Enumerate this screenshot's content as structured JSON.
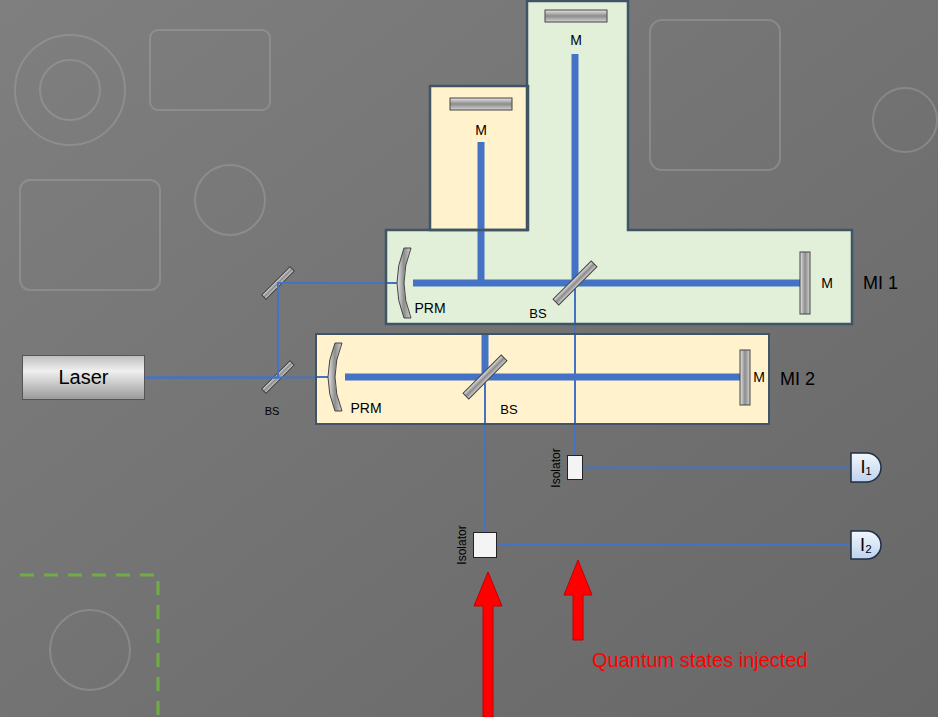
{
  "diagram": {
    "nodes": [
      {
        "text": [
          "MI 1"
        ]
      },
      {
        "text": [
          "Laser"
        ]
      },
      {
        "text": [
          "MI 2"
        ]
      },
      {
        "text": [
          "Isolator"
        ]
      },
      {
        "text": [
          "I₁"
        ]
      },
      {
        "text": [
          "Isolator"
        ]
      },
      {
        "text": [
          "I₂"
        ]
      }
    ],
    "edges": [
      {
        "from": 1,
        "to": 2,
        "arrow": "none"
      },
      {
        "from": 1,
        "to": 0,
        "arrow": "none"
      },
      {
        "from": 0,
        "to": 3,
        "arrow": "none"
      },
      {
        "from": 2,
        "to": 5,
        "arrow": "none"
      },
      {
        "from": 3,
        "to": 4,
        "arrow": "none"
      },
      {
        "from": 5,
        "to": 6,
        "arrow": "none"
      }
    ],
    "labels": [
      "M",
      "M",
      "PRM",
      "BS",
      "M",
      "BS",
      "PRM",
      "BS",
      "M",
      "Quantum states injected"
    ]
  }
}
